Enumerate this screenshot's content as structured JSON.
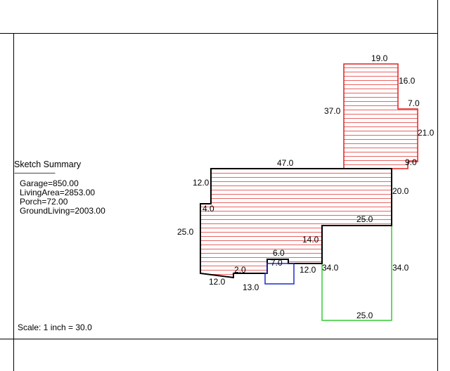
{
  "summary": {
    "title": "Sketch Summary",
    "divider": "-----------------------------",
    "lines": [
      "Garage=850.00",
      "LivingArea=2853.00",
      "Porch=72.00",
      "GroundLiving=2003.00"
    ]
  },
  "scale": {
    "label": "Scale: 1 inch = 30.0"
  },
  "colors": {
    "living_outline": "#000000",
    "hatch": "#e02020",
    "upper_outline": "#e02020",
    "garage_outline": "#33cc33",
    "porch_outline": "#1a2ecc"
  },
  "dimensions": {
    "upper_top": "19.0",
    "upper_notch": "16.0",
    "upper_step": "7.0",
    "upper_right": "21.0",
    "upper_bottom": "9.0",
    "upper_left": "37.0",
    "main_top": "47.0",
    "main_right": "20.0",
    "main_left_upper": "12.0",
    "main_left_notch": "4.0",
    "main_left": "25.0",
    "main_inner_top": "25.0",
    "main_inner_vertical": "14.0",
    "step_top": "6.0",
    "step_inner": "7.0",
    "step_bottom_left": "2.0",
    "bottom_left": "12.0",
    "porch_bottom": "13.0",
    "step_right": "12.0",
    "garage_left": "34.0",
    "garage_right": "34.0",
    "garage_bottom": "25.0"
  }
}
